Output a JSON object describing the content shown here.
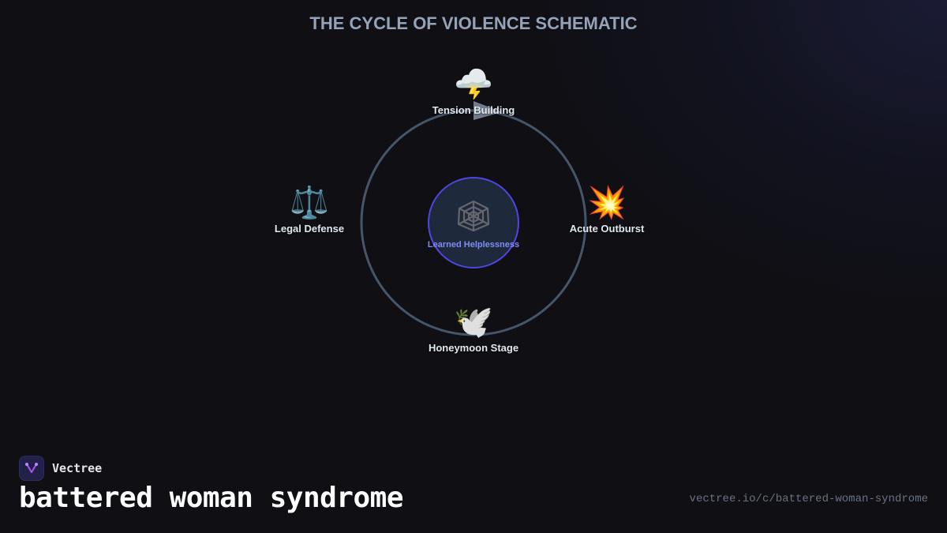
{
  "title": "THE CYCLE OF VIOLENCE SCHEMATIC",
  "diagram": {
    "center": {
      "label": "Learned Helplessness",
      "icon": "spider-web-icon",
      "glyph": "🕸"
    },
    "stages": [
      {
        "label": "Tension Building",
        "icon": "cloud-lightning-icon",
        "glyph": "🌩️",
        "position": "top"
      },
      {
        "label": "Acute Outburst",
        "icon": "collision-icon",
        "glyph": "💥",
        "position": "right"
      },
      {
        "label": "Honeymoon Stage",
        "icon": "dove-icon",
        "glyph": "🕊️",
        "position": "bottom"
      },
      {
        "label": "Legal Defense",
        "icon": "scales-icon",
        "glyph": "⚖️",
        "position": "left"
      }
    ],
    "colors": {
      "ring": "#475569",
      "center_fill": "#1e293b",
      "center_stroke": "#4f46e5",
      "center_text": "#818cf8",
      "arrow": "#94a3b8"
    }
  },
  "footer": {
    "brand_name": "Vectree",
    "topic": "battered woman syndrome",
    "url": "vectree.io/c/battered-woman-syndrome"
  }
}
